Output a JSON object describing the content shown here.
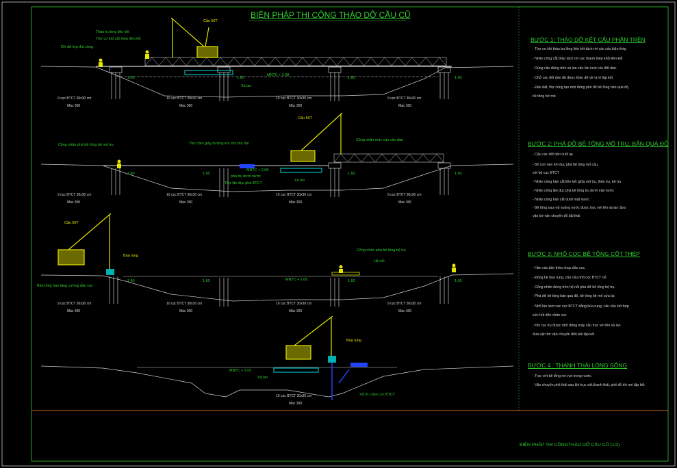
{
  "title": "BIỆN PHÁP THI CÔNG THÁO DỠ CẦU CŨ",
  "footer": "BIỆN PHÁP THI CÔNGTHÁO DỠ CẦU CŨ (1/2)",
  "colors": {
    "green": "#31d02f",
    "yellow": "#e6e600",
    "cyan": "#00e0e0",
    "blue": "#2244ff",
    "white": "#dcdcdc",
    "orange": "#d86a1a"
  },
  "steps": [
    {
      "heading": "BƯỚC 1: THÁO DỠ KẾT CẤU PHẦN TRÊN",
      "notes": [
        "- Thợ cơ khí tháo bu lông liên kết tách rời các cấu kiện thép",
        "- Nhân công cắt thép tách rời các thanh thép khỏi liên kết",
        "- Dùng cẩu đứng trên xà lan cẩu lần lượt các đốt dàn.",
        "- Chở các đốt dàn đã được tháo dỡ về vị trí tập kết.",
        "- Đào đất, thợ công tạo một đống phế đổ bê tông bản quá độ,",
        "  bê tông bờ mố"
      ]
    },
    {
      "heading": "BƯỚC 2: PHÁ DỠ BÊ TÔNG MỐ TRỤ, BẢN QUÁ ĐỘ",
      "notes": [
        "- Cẩu các đốt dàn cuối lại.",
        "- Bố con nén khí đục phá bê tông mố cầu,",
        "  với bộ cục BTCT",
        "- Nhân công hàn cắt liên kết giữa mũ trụ, thân trụ, bệ trụ",
        "- Nhân công lặn đục phá bê tông trụ dưới mặt nước",
        "- Nhân công hàn cắt dưới mặt nước",
        "- Bê tông sau mỏ xuống nước được trục vớt lên xà lan đưa",
        "  vận bờ vận chuyển đổ bãi thải"
      ]
    },
    {
      "heading": "BƯỚC 3: NHỔ CỌC BÊ TÔNG CỐT THÉP",
      "notes": [
        "- Hàn các bản thép chụp đầu cọc.",
        "- Đóng hệ búa rung, cẩu cẩu nhổ cọc BTCT nổ.",
        "- Công nhân đứng trên hệ nổi phá dỡ bê tông bệ trụ.",
        "- Phá dỡ bê tông bản quá độ, bê tông bệ mố cửa lại.",
        "- Nhổ lần lượt các cọc BTCT bằng búa rung, cẩu cẩu kết hợp",
        "  sức hút đến chân cọc",
        "- Khi cọc trụ được nhổ đứng mấy cẩu trục với lên xà lan",
        "  đưa vận bờ vận chuyển đến bãi tập kết"
      ]
    },
    {
      "heading": "BƯỚC 4 : THANH THẢI LÒNG SÔNG",
      "notes": [
        "- Trục vớt bê tông rơi vụn trong nước.",
        "- Vận chuyển phế thải sau khi trục vớt,thanh thải, phế đổ tới nơi tập kết."
      ]
    }
  ],
  "labels": {
    "crane50": "Cẩu 50T",
    "crane50b": "- Cẩu 50T",
    "crane50c": "Cẩu 50T",
    "truss_worker": "Thảo trường liên kết",
    "cutter": "Thợ cơ khí cắt thép liên kết",
    "remove_deck": "Dỡ dỡ lớp thủ công",
    "barge": "Xà lan",
    "mntc": "MNTC + 2.08",
    "mntc2": "MNTC + 2.08",
    "mntc3": "MNTC + 2.08",
    "mntc4": "MNTC + 2.05",
    "pier_width": "1.60",
    "piles9": "9 cọc BTCT 30x30 cm",
    "piles10": "10 cọc BTCT 30x30 cm",
    "grade": "Mác 300",
    "s2_worker_abut": "Công nhân phá bê tông bệ mố trụ",
    "s2_air": "Thợ cầm giây dưỡng khí cho thợ lặn",
    "s2_diver": "Thợ lặn đục phá BTCT",
    "s2_underwater": "phá trụ dưới nước",
    "s2_guide": "Công nhân móc cầu vào dàn",
    "s3_hammer": "Búa rung",
    "s3_plate": "Bản thép hàn tăng cường đầu cọc",
    "s3_worker": "Công nhân phá bê tông bệ trụ",
    "s3_float": "Hệ nổi",
    "s4_hammer": "Búa rung",
    "s4_sunk": "Xử trí chân cọc BTCT"
  }
}
